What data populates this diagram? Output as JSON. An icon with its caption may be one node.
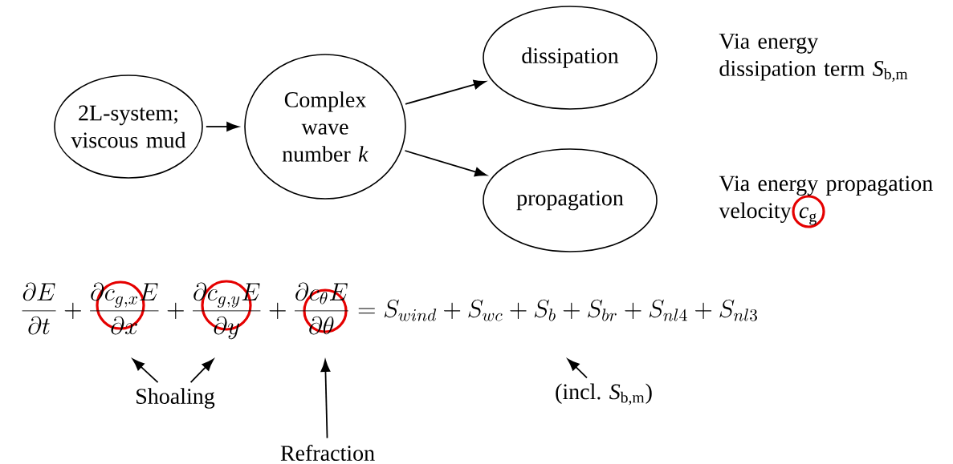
{
  "diagram": {
    "nodes": [
      {
        "text": [
          "2L-system; viscous mud"
        ]
      },
      {
        "text": [
          "Complex wave number *k*"
        ]
      },
      {
        "text": [
          "dissipation"
        ],
        "beside": [
          "Via energy dissipation term *S*$_{b,m}$"
        ]
      },
      {
        "text": [
          "propagation"
        ],
        "beside": [
          "Via energy propagation velocity *c*$_{g}$"
        ]
      },
      {
        "text": [
          "Shoaling"
        ]
      },
      {
        "text": [
          "Refraction"
        ]
      },
      {
        "text": [
          "(incl. *S*$_{b,m}$)"
        ]
      }
    ],
    "edges": [
      {
        "from": 0,
        "to": 1,
        "arrow": "to"
      },
      {
        "from": 1,
        "to": 2,
        "arrow": "to"
      },
      {
        "from": 1,
        "to": 3,
        "arrow": "to"
      },
      {
        "from": 4,
        "to": null,
        "arrow": "to"
      },
      {
        "from": 4,
        "to": null,
        "arrow": "to"
      },
      {
        "from": 5,
        "to": null,
        "arrow": "to"
      },
      {
        "from": 6,
        "to": null,
        "arrow": "to"
      }
    ],
    "labels": [
      "\\frac{\\partial E}{\\partial t}+\\frac{\\partial c_{g,x}E}{\\partial x}+\\frac{\\partial c_{g,y}E}{\\partial y}+\\frac{\\partial c_{\\theta}E}{\\partial\\theta}=S_{wind}+S_{wc}+S_{b}+S_{br}+S_{nl4}+S_{nl3}"
    ]
  }
}
